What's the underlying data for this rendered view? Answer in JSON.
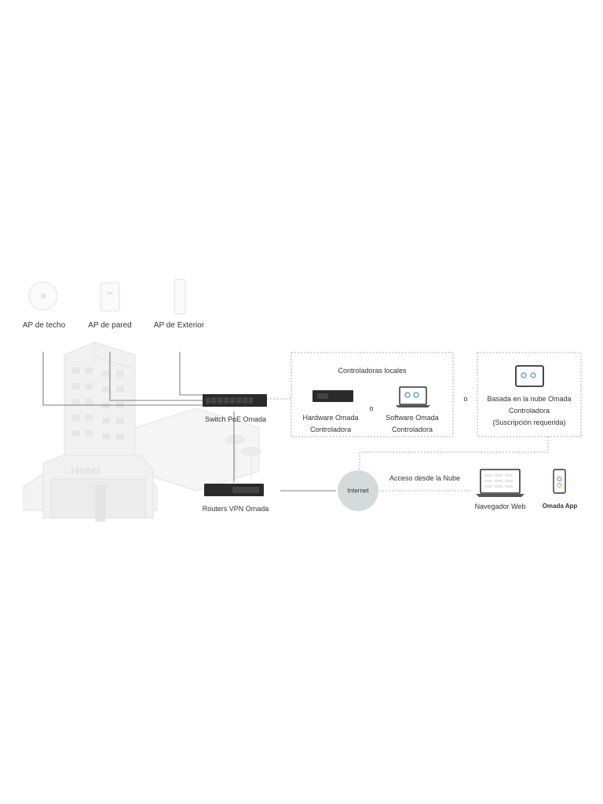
{
  "access_points": {
    "ceiling": "AP de techo",
    "wall": "AP de pared",
    "outdoor": "AP de Exterior"
  },
  "building": {
    "sign": "Hotel"
  },
  "switch": {
    "label": "Switch PoE Omada"
  },
  "router": {
    "label": "Routers VPN Omada"
  },
  "local_controllers": {
    "title": "Controladoras locales",
    "hardware_line1": "Hardware Omada",
    "hardware_line2": "Controladora",
    "or": "o",
    "software_line1": "Software Omada",
    "software_line2": "Controladora"
  },
  "cloud_controller": {
    "or": "o",
    "line1": "Basada en la nube Omada",
    "line2": "Controladora",
    "line3": "(Suscripción requerida)"
  },
  "internet": {
    "label": "Internet",
    "cloud_access": "Acceso desde la Nube"
  },
  "clients": {
    "web": "Navegador Web",
    "app": "Omada App"
  },
  "colors": {
    "line": "#555555",
    "dotted": "#999999",
    "internet_circle": "#d5dbdb",
    "device_dark": "#2b2b2b"
  }
}
